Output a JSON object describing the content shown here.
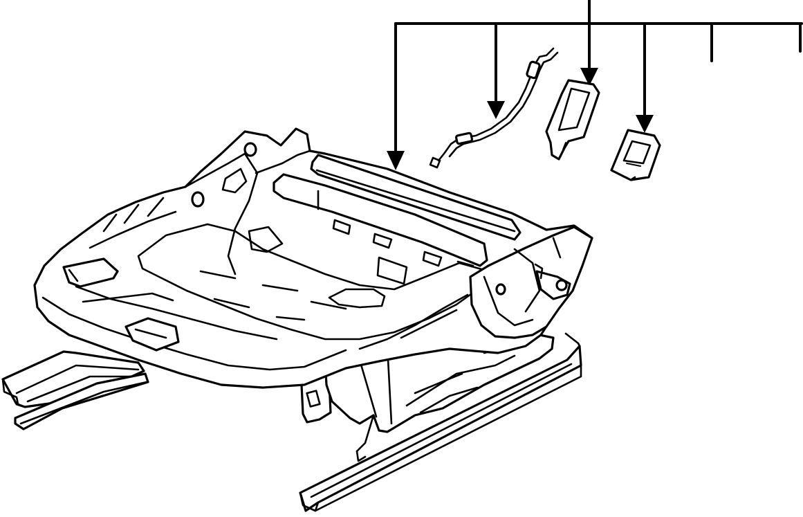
{
  "diagram": {
    "subject": "seat-frame-assembly",
    "style": "black line art on white",
    "callout_leader_count": 6,
    "arrowheads": 4,
    "parts": [
      "seat-frame",
      "seat-track-left",
      "seat-track-right",
      "wire-harness",
      "seat-module",
      "connector-clip"
    ],
    "colors": {
      "line": "#000000",
      "background": "#ffffff"
    }
  }
}
